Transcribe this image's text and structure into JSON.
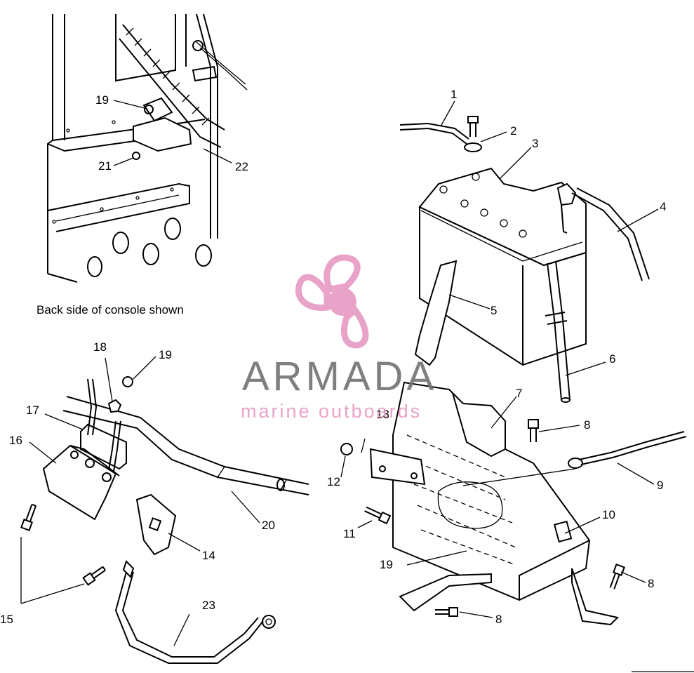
{
  "caption": "Back side of console shown",
  "watermark": {
    "brand": "ARMADA",
    "tagline": "marine outboards",
    "logo_icon": "propeller-icon",
    "colors": {
      "logo": "#e89bc4",
      "brand_text": "#757575"
    }
  },
  "callouts": [
    "1",
    "2",
    "3",
    "4",
    "5",
    "6",
    "7",
    "8",
    "9",
    "10",
    "11",
    "12",
    "13",
    "14",
    "15",
    "16",
    "17",
    "18",
    "19",
    "20",
    "21",
    "22",
    "23"
  ],
  "labels": {
    "l1": "1",
    "l2": "2",
    "l3": "3",
    "l4": "4",
    "l5": "5",
    "l6": "6",
    "l7": "7",
    "l8a": "8",
    "l8b": "8",
    "l8c": "8",
    "l9": "9",
    "l10": "10",
    "l11": "11",
    "l12": "12",
    "l13": "13",
    "l14": "14",
    "l15": "15",
    "l16": "16",
    "l17": "17",
    "l18": "18",
    "l19a": "19",
    "l19b": "19",
    "l19c": "19",
    "l20": "20",
    "l21": "21",
    "l22": "22",
    "l23": "23"
  }
}
